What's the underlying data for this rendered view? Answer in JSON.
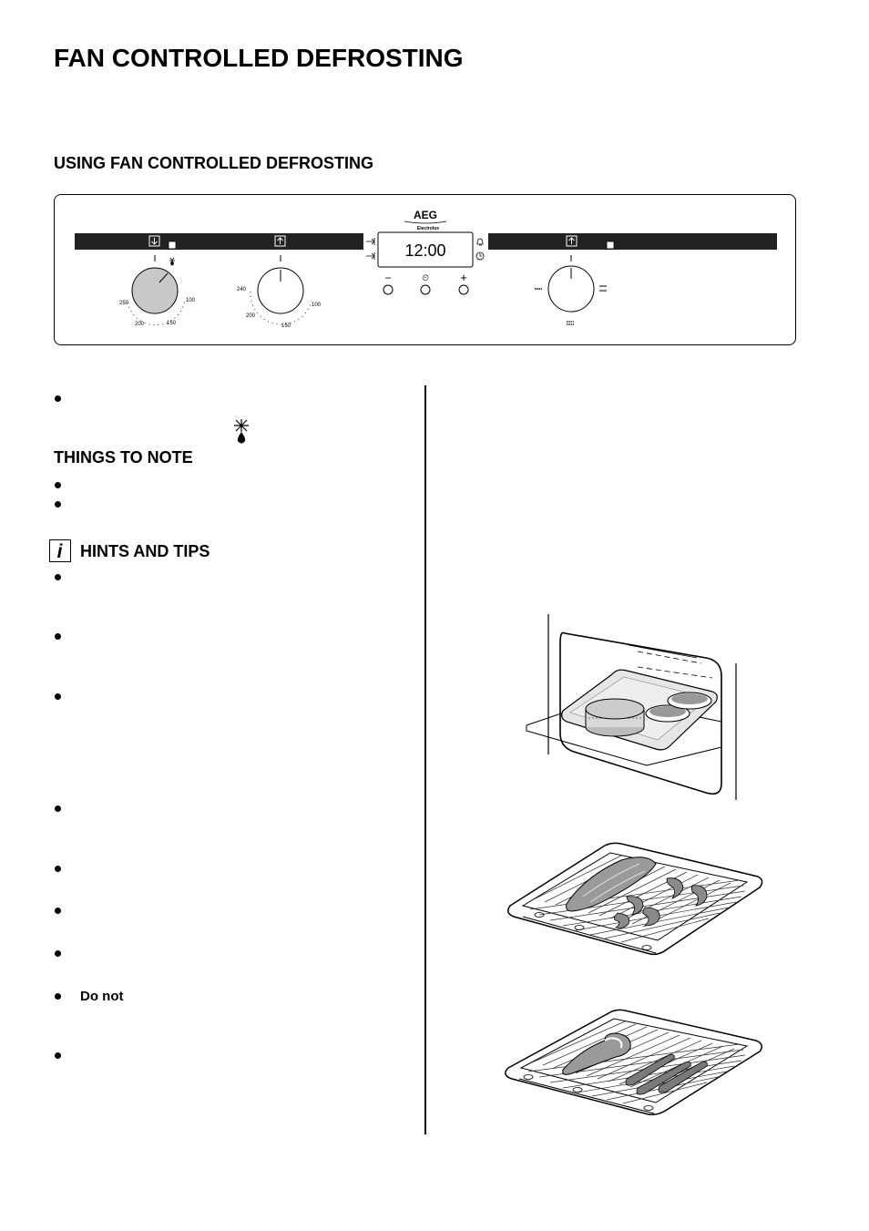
{
  "page": {
    "title": "FAN CONTROLLED DEFROSTING",
    "subtitle": "USING FAN CONTROLLED DEFROSTING"
  },
  "control_panel": {
    "brand": "AEG",
    "sub_brand": "Electrolux",
    "display_time": "12:00",
    "left_dial_scale": [
      "250",
      "200",
      "150",
      "100"
    ],
    "middle_dial_scale": [
      "240",
      "200",
      "150",
      "100"
    ],
    "button_labels": [
      "−",
      "⏲",
      "+"
    ]
  },
  "sections": {
    "things_to_note": "THINGS TO NOTE",
    "hints_and_tips": "HINTS AND TIPS",
    "do_not": "Do not"
  },
  "icons": {
    "defrost": "defrost-icon",
    "info": "info-icon"
  }
}
